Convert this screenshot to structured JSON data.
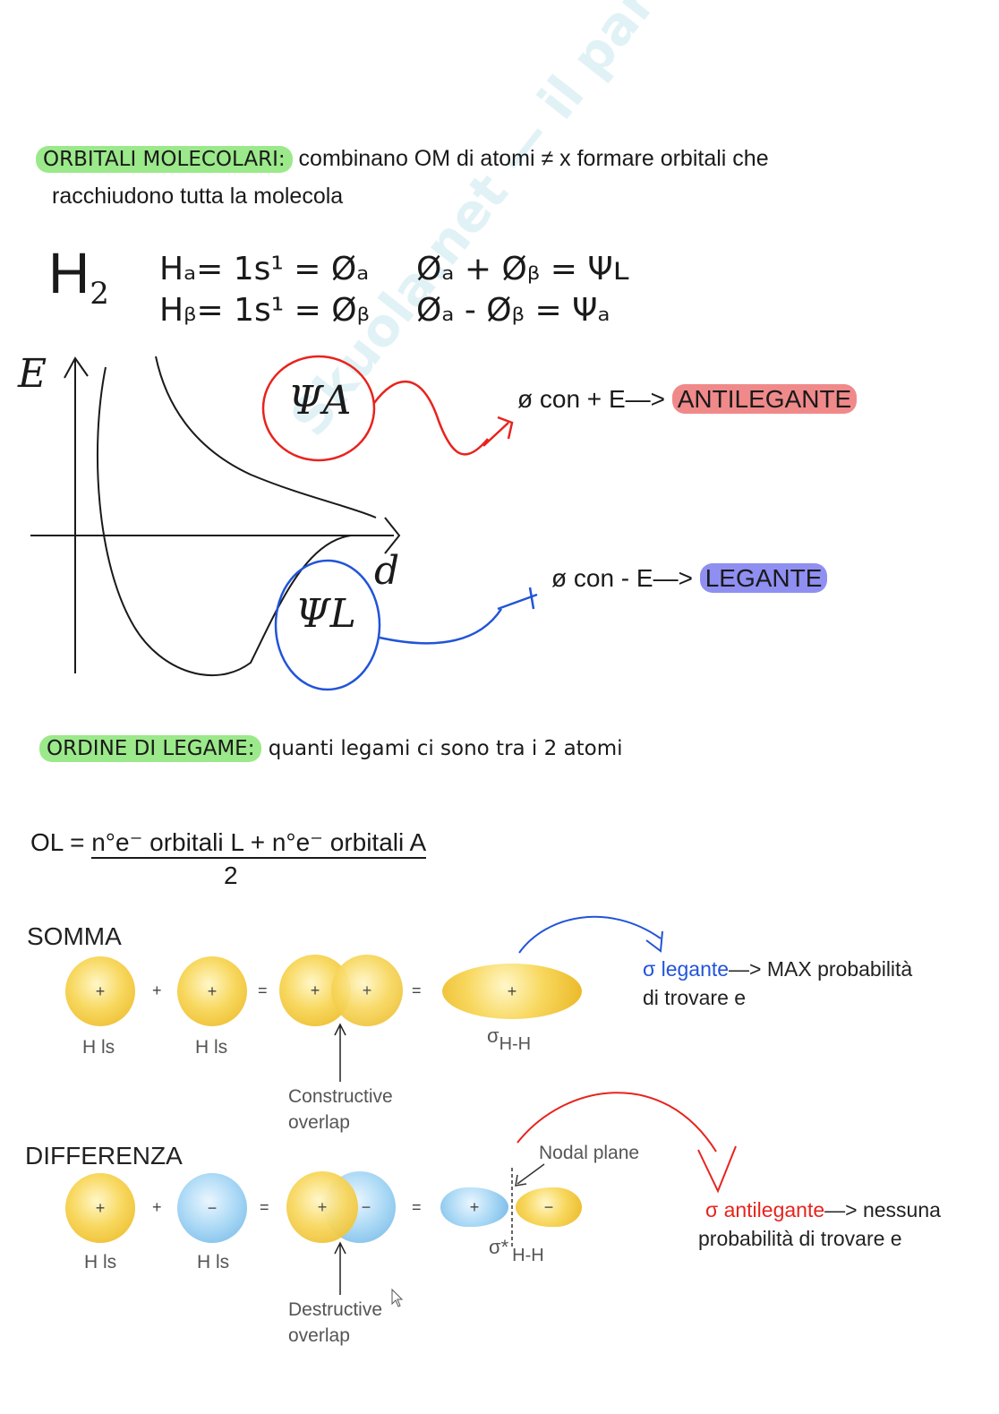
{
  "watermark": "Skuola.net — il paradiso degli studenti",
  "om_section": {
    "label": "ORBITALI MOLECOLARI:",
    "text_line1": " combinano OM di atomi ≠ x formare orbitali che",
    "text_line2": "racchiudono tutta la molecola"
  },
  "formulas": {
    "molecule": "H",
    "molecule_sub": "2",
    "row1": "Hₐ= 1s¹ = Øₐ",
    "row2": "Hᵦ= 1s¹ = Øᵦ",
    "sum": "Øₐ + Øᵦ = Ψʟ",
    "diff": "Øₐ - Øᵦ = Ψₐ"
  },
  "graph": {
    "energy_axis": "E",
    "distance_axis": "d",
    "psi_a": "ΨA",
    "psi_l": "ΨL"
  },
  "antilegante_note": {
    "prefix": "ø con + E—> ",
    "tag": "ANTILEGANTE"
  },
  "legante_note": {
    "prefix": "ø con - E—> ",
    "tag": "LEGANTE"
  },
  "ol_section": {
    "label": "ORDINE DI LEGAME:",
    "text": " quanti legami ci sono tra i 2 atomi"
  },
  "ol_formula": {
    "lhs": "OL = ",
    "numerator": "n°e⁻ orbitali L + n°e⁻ orbitali A",
    "denominator": "2"
  },
  "somma": {
    "title": "SOMMA",
    "plus": "+",
    "op_plus": "+",
    "op_eq": "=",
    "h1s_left": "H ls",
    "h1s_right": "H ls",
    "sigma": "σ",
    "sigma_sub": "H-H",
    "overlap_label_1": "Constructive",
    "overlap_label_2": "overlap",
    "note_sigma": "σ legante",
    "note_rest": "—> MAX probabilità",
    "note_line2": "di trovare e"
  },
  "differenza": {
    "title": "DIFFERENZA",
    "plus": "+",
    "minus": "−",
    "h1s_left": "H ls",
    "h1s_right": "H ls",
    "sigma_star": "σ*",
    "sigma_sub": "H-H",
    "nodal_plane": "Nodal plane",
    "overlap_label_1": "Destructive",
    "overlap_label_2": "overlap",
    "note_sigma": "σ antilegante",
    "note_rest": "—> nessuna",
    "note_line2": "probabilità di trovare e"
  },
  "colors": {
    "green_highlight": "#9be98a",
    "red_highlight": "#f08a8a",
    "blue_highlight": "#8f8ff2",
    "red_ink": "#e8231d",
    "blue_ink": "#2254d8",
    "orbital_yellow": "#f5c93a",
    "orbital_blue": "#a9d8f5"
  }
}
